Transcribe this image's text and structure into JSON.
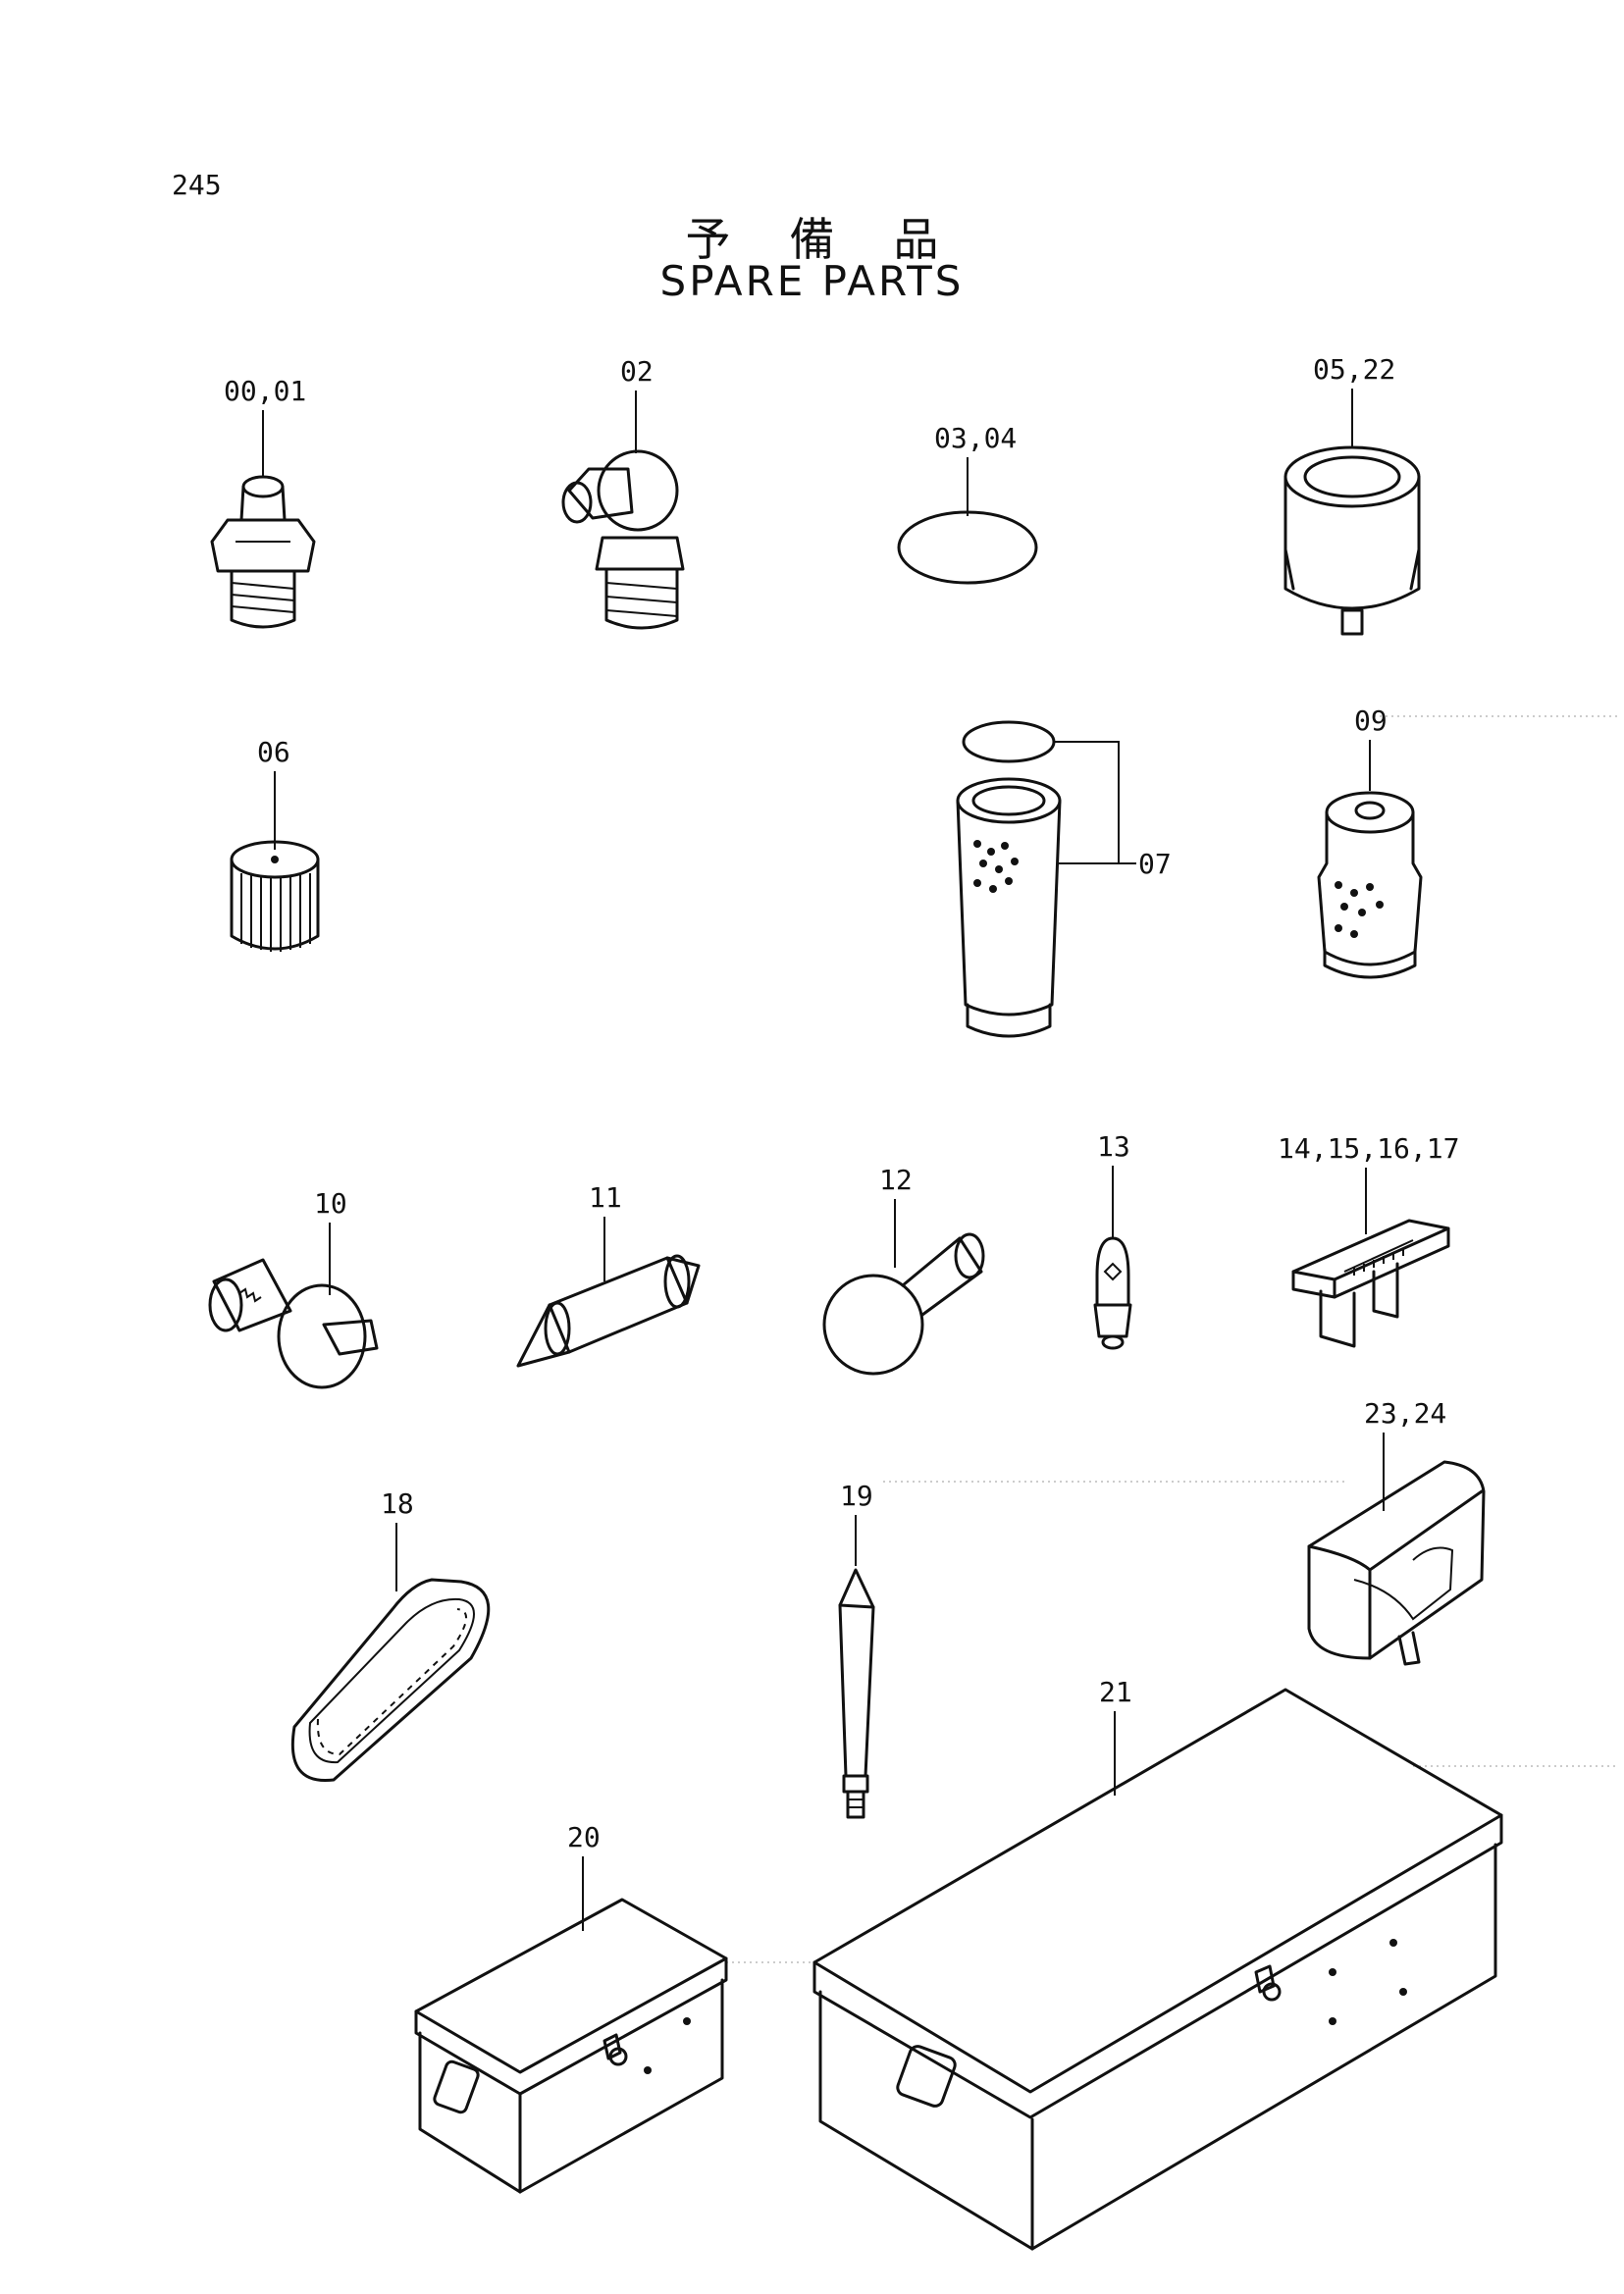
{
  "page": {
    "number": "245",
    "title_jp": "予備品",
    "title_en": "SPARE PARTS"
  },
  "labels": {
    "p00_01": "00,01",
    "p02": "02",
    "p03_04": "03,04",
    "p05_22": "05,22",
    "p06": "06",
    "p07": "07",
    "p09": "09",
    "p10": "10",
    "p11": "11",
    "p12": "12",
    "p13": "13",
    "p14_17": "14,15,16,17",
    "p18": "18",
    "p19": "19",
    "p20": "20",
    "p21": "21",
    "p23_24": "23,24"
  }
}
